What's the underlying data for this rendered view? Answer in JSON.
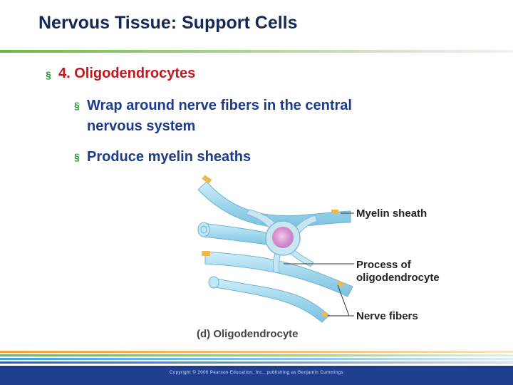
{
  "slide": {
    "title": "Nervous Tissue: Support Cells",
    "bullets": {
      "main": "4.  Oligodendrocytes",
      "sub1": "Wrap around nerve fibers in the central nervous system",
      "sub2": "Produce myelin sheaths"
    },
    "bullet_glyph": "§"
  },
  "figure": {
    "label_myelin": "Myelin sheath",
    "label_process_line1": "Process of",
    "label_process_line2": "oligodendrocyte",
    "label_nerve": "Nerve fibers",
    "caption": "(d)  Oligodendrocyte"
  },
  "footer": {
    "copyright": "Copyright © 2006 Pearson Education, Inc., publishing as Benjamin Cummings"
  },
  "colors": {
    "title": "#14285a",
    "main_bullet_text": "#c4161c",
    "sub_bullet_text": "#1e3a8a",
    "bullet_mark": "#2a9a3a",
    "footer": "#1f3f8f",
    "fiber": "#a9dcef",
    "cell_body": "#c8e6f2",
    "nucleus": "#d98fd0",
    "axon_tip": "#f0b84a"
  }
}
